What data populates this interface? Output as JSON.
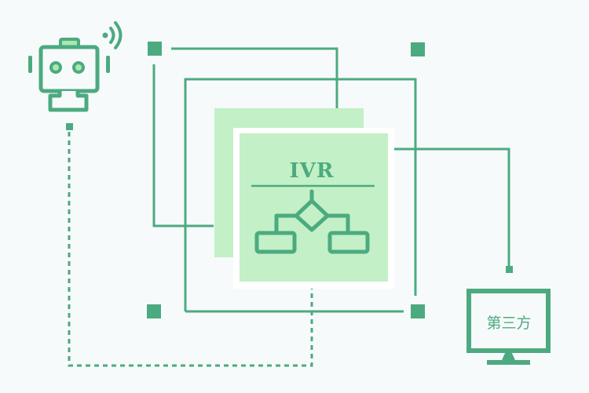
{
  "colors": {
    "background": "#f7fafb",
    "line": "#4caa80",
    "fill_light": "#c3f0c6",
    "accent_light": "#a9e8ae",
    "white": "#ffffff"
  },
  "diagram": {
    "ivr_block": {
      "title": "IVR",
      "icon": "flowchart-icon"
    },
    "robot": {
      "icon": "robot-icon",
      "signal_icon": "wifi-signal-icon"
    },
    "third_party": {
      "label": "第三方",
      "icon": "monitor-icon"
    },
    "corner_markers": 4,
    "connections": [
      {
        "from": "robot",
        "to": "ivr_block",
        "style": "dashed"
      },
      {
        "from": "ivr_block",
        "to": "third_party",
        "style": "solid"
      }
    ]
  }
}
